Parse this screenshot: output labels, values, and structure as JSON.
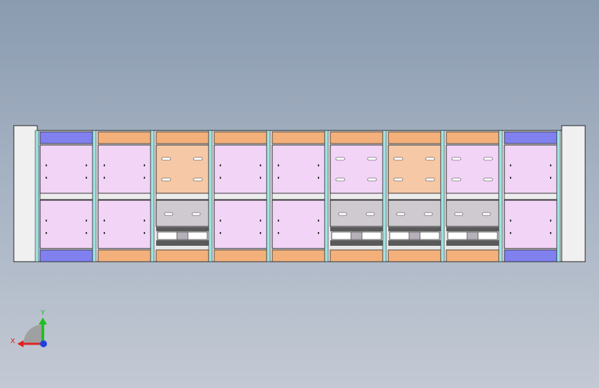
{
  "view": {
    "background_top": "#8a9bb0",
    "background_bottom": "#c3c9d4"
  },
  "colors": {
    "frame": "#222222",
    "end_panel": "#f0f0f0",
    "post": "#9ee3e3",
    "lavender": "#f1d4f6",
    "peach": "#f6c8a6",
    "header_orange": "#f4b07a",
    "header_blue": "#8080ee",
    "grey": "#cfcad0",
    "white": "#ffffff",
    "dark": "#5a5a5a",
    "slot_grey": "#b5b0ba"
  },
  "bays": [
    {
      "header": "header_blue",
      "upper": "lavender",
      "lower": "lavender",
      "mech": false
    },
    {
      "header": "header_orange",
      "upper": "lavender",
      "lower": "lavender",
      "mech": false
    },
    {
      "header": "header_orange",
      "upper": "peach",
      "lower": "grey",
      "mech": true
    },
    {
      "header": "header_orange",
      "upper": "lavender",
      "lower": "lavender",
      "mech": false
    },
    {
      "header": "header_orange",
      "upper": "lavender",
      "lower": "lavender",
      "mech": false
    },
    {
      "header": "header_orange",
      "upper": "lavender",
      "lower": "grey",
      "mech": true
    },
    {
      "header": "header_orange",
      "upper": "peach",
      "lower": "grey",
      "mech": true
    },
    {
      "header": "header_orange",
      "upper": "lavender",
      "lower": "grey",
      "mech": true
    },
    {
      "header": "header_blue",
      "upper": "lavender",
      "lower": "lavender",
      "mech": false
    }
  ],
  "triad": {
    "x_label": "X",
    "y_label": "Y",
    "x_color": "#e02020",
    "y_color": "#20c020",
    "z_color": "#2040e0"
  }
}
